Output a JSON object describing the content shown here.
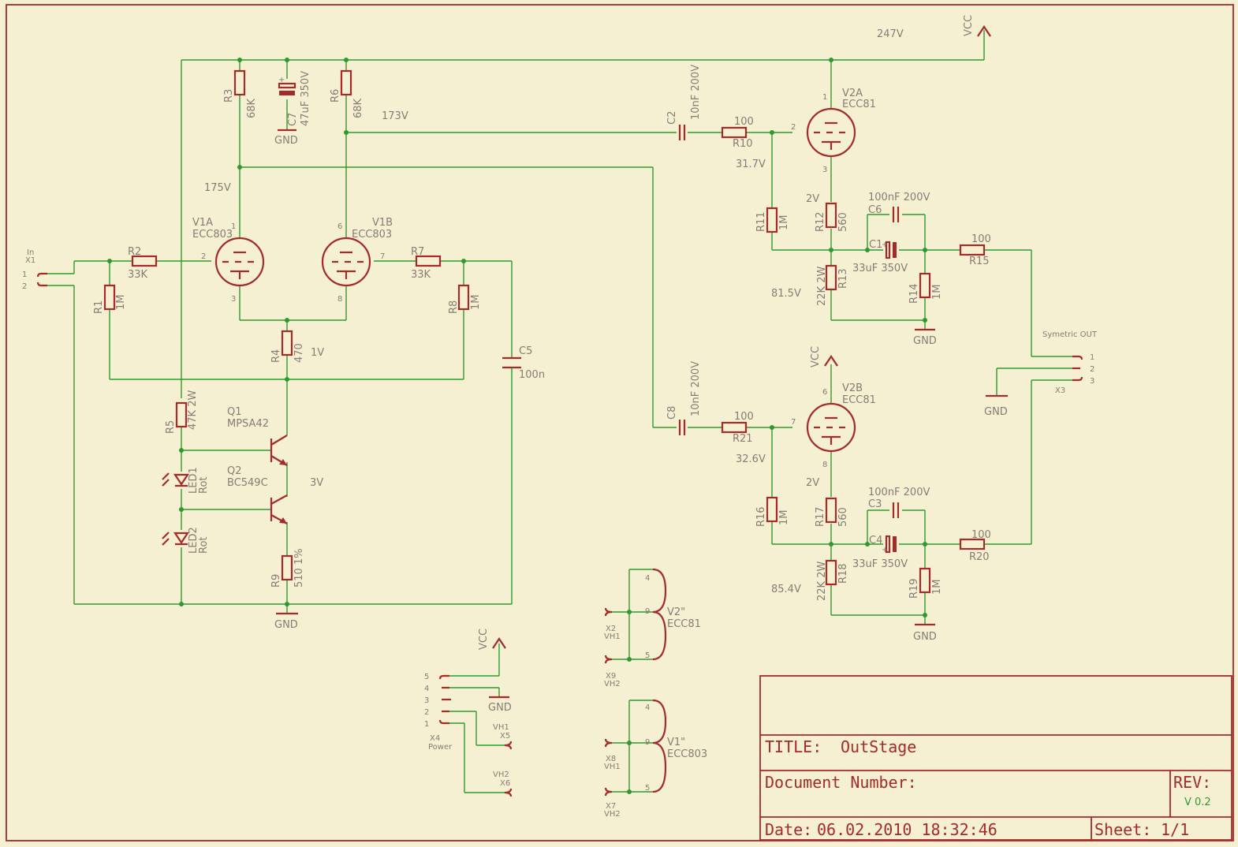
{
  "title_block": {
    "title_label": "TITLE:",
    "title": "OutStage",
    "doc_label": "Document Number:",
    "rev_label": "REV:",
    "rev": "V 0.2",
    "date_label": "Date:",
    "date": "06.02.2010 18:32:46",
    "sheet_label": "Sheet:",
    "sheet": "1/1"
  },
  "voltages": {
    "vcc": "247V",
    "v1b_anode": "173V",
    "v1a_anode": "175V",
    "cathode": "1V",
    "q_mid": "3V",
    "v2a_grid": "31.7V",
    "v2a_cath": "2V",
    "v2a_r13": "81.5V",
    "v2b_grid": "32.6V",
    "v2b_cath": "2V",
    "v2b_r18": "85.4V"
  },
  "nets": {
    "vcc": "VCC",
    "gnd": "GND"
  },
  "tubes": {
    "v1a": {
      "name": "V1A",
      "type": "ECC803",
      "p1": "1",
      "p2": "2",
      "p3": "3"
    },
    "v1b": {
      "name": "V1B",
      "type": "ECC803",
      "p1": "6",
      "p2": "7",
      "p3": "8"
    },
    "v2a": {
      "name": "V2A",
      "type": "ECC81",
      "p1": "1",
      "p2": "2",
      "p3": "3"
    },
    "v2b": {
      "name": "V2B",
      "type": "ECC81",
      "p1": "6",
      "p2": "7",
      "p3": "8"
    }
  },
  "resistors": {
    "r1": {
      "name": "R1",
      "value": "1M"
    },
    "r2": {
      "name": "R2",
      "value": "33K"
    },
    "r3": {
      "name": "R3",
      "value": "68K"
    },
    "r4": {
      "name": "R4",
      "value": "470"
    },
    "r5": {
      "name": "R5",
      "value": "47K 2W"
    },
    "r6": {
      "name": "R6",
      "value": "68K"
    },
    "r7": {
      "name": "R7",
      "value": "33K"
    },
    "r8": {
      "name": "R8",
      "value": "1M"
    },
    "r9": {
      "name": "R9",
      "value": "510 1%"
    },
    "r10": {
      "name": "R10",
      "value": "100"
    },
    "r11": {
      "name": "R11",
      "value": "1M"
    },
    "r12": {
      "name": "R12",
      "value": "560"
    },
    "r13": {
      "name": "R13",
      "value": "22K 2W"
    },
    "r14": {
      "name": "R14",
      "value": "1M"
    },
    "r15": {
      "name": "R15",
      "value": "100"
    },
    "r16": {
      "name": "R16",
      "value": "1M"
    },
    "r17": {
      "name": "R17",
      "value": "560"
    },
    "r18": {
      "name": "R18",
      "value": "22K 2W"
    },
    "r19": {
      "name": "R19",
      "value": "1M"
    },
    "r20": {
      "name": "R20",
      "value": "100"
    },
    "r21": {
      "name": "R21",
      "value": "100"
    }
  },
  "capacitors": {
    "c1": {
      "name": "C1",
      "value": "33uF 350V"
    },
    "c2": {
      "name": "C2",
      "value": "10nF 200V"
    },
    "c3": {
      "name": "C3",
      "value": "100nF 200V"
    },
    "c4": {
      "name": "C4",
      "value": "33uF 350V"
    },
    "c5": {
      "name": "C5",
      "value": "100n"
    },
    "c6": {
      "name": "C6",
      "value": "100nF 200V"
    },
    "c7": {
      "name": "C7",
      "value": "47uF 350V"
    },
    "c8": {
      "name": "C8",
      "value": "10nF 200V"
    }
  },
  "semis": {
    "q1": {
      "name": "Q1",
      "type": "MPSA42"
    },
    "q2": {
      "name": "Q2",
      "type": "BC549C"
    },
    "led1": {
      "name": "LED1",
      "type": "Rot"
    },
    "led2": {
      "name": "LED2",
      "type": "Rot"
    }
  },
  "connectors": {
    "x1": {
      "name": "X1",
      "label": "In",
      "pin1": "1",
      "pin2": "2"
    },
    "x3": {
      "name": "X3",
      "label": "Symetric OUT",
      "pin1": "1",
      "pin2": "2",
      "pin3": "3"
    },
    "x4": {
      "name": "X4",
      "label": "Power",
      "pins": [
        "5",
        "4",
        "3",
        "2",
        "1"
      ]
    },
    "x5": {
      "name": "X5",
      "net": "VH1"
    },
    "x6": {
      "name": "X6",
      "net": "VH2"
    },
    "x2": {
      "name": "X2",
      "net": "VH1"
    },
    "x9": {
      "name": "X9",
      "net": "VH2"
    },
    "x8": {
      "name": "X8",
      "net": "VH1"
    },
    "x7": {
      "name": "X7",
      "net": "VH2"
    }
  },
  "heaters": {
    "v2h": {
      "name": "V2\"",
      "type": "ECC81",
      "p4": "4",
      "p9": "9",
      "p5": "5"
    },
    "v1h": {
      "name": "V1\"",
      "type": "ECC803",
      "p4": "4",
      "p9": "9",
      "p5": "5"
    }
  }
}
